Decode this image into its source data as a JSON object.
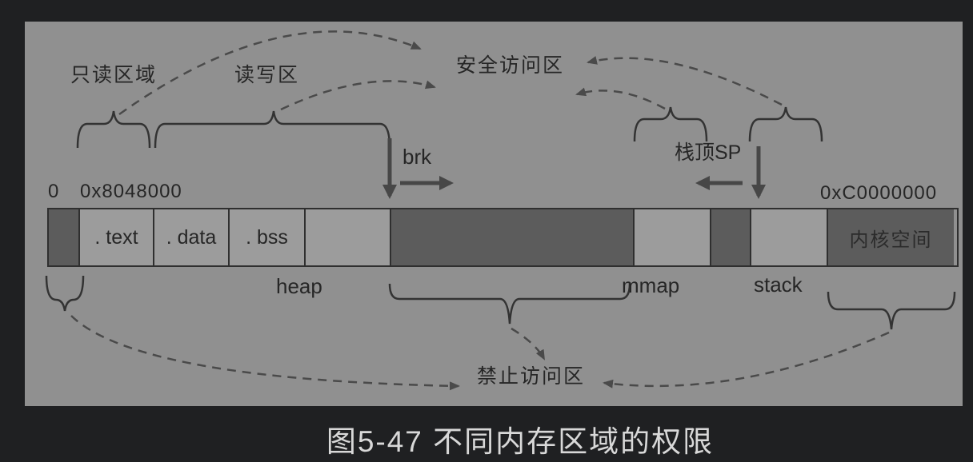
{
  "figure": {
    "caption": "图5-47 不同内存区域的权限",
    "region_labels": {
      "read_only": "只读区域",
      "read_write": "读写区",
      "safe_access": "安全访问区",
      "forbidden": "禁止访问区"
    },
    "pointers": {
      "brk": "brk",
      "stack_top_sp": "栈顶SP"
    },
    "addresses": {
      "zero": "0",
      "text_start": "0x8048000",
      "kernel_start": "0xC0000000"
    },
    "below_bar_labels": {
      "heap": "heap",
      "mmap": "mmap",
      "stack": "stack"
    },
    "bar": {
      "segments": [
        {
          "name": "null-page",
          "label": "",
          "shade": "dark"
        },
        {
          "name": "text-segment",
          "label": ". text",
          "shade": "light"
        },
        {
          "name": "data-segment",
          "label": ". data",
          "shade": "light"
        },
        {
          "name": "bss-segment",
          "label": ". bss",
          "shade": "light"
        },
        {
          "name": "heap-segment",
          "label": "",
          "shade": "light"
        },
        {
          "name": "gap-heap-mmap",
          "label": "",
          "shade": "dark"
        },
        {
          "name": "mmap-segment",
          "label": "",
          "shade": "light"
        },
        {
          "name": "gap-mmap-stack",
          "label": "",
          "shade": "dark"
        },
        {
          "name": "stack-segment",
          "label": "",
          "shade": "light"
        },
        {
          "name": "kernel-segment",
          "label": "内核空间",
          "shade": "dark"
        }
      ]
    },
    "colors": {
      "outer_background": "#1f2022",
      "panel_background": "#909090",
      "light_segment": "#9c9c9c",
      "dark_segment": "#5c5c5c",
      "stroke": "#333333",
      "caption_text": "#d8d8d8"
    }
  }
}
